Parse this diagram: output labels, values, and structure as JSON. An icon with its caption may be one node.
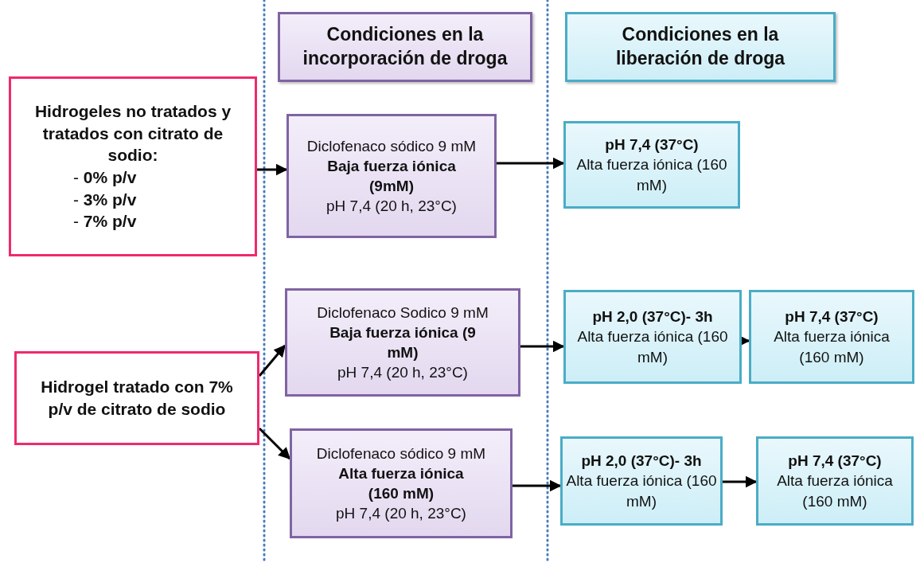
{
  "diagram": {
    "nodes": [
      {
        "text": [
          "Condiciones en la incorporación de droga"
        ]
      },
      {
        "text": [
          "Condiciones en la liberación de droga"
        ]
      },
      {
        "text": [
          "Hidrogeles no tratados y tratados con citrato de sodio:",
          "- **0% p/v**",
          "- **3% p/v**",
          "- **7% p/v**"
        ]
      },
      {
        "text": [
          "Diclofenaco sódico 9 mM",
          "Baja fuerza iónica (9mM)",
          "pH 7,4 (20 h, 23°C)"
        ]
      },
      {
        "text": [
          "pH 7,4 (37°C)",
          "Alta fuerza iónica (160 mM)"
        ]
      },
      {
        "text": [
          "Hidrogel tratado con 7% p/v de citrato de sodio"
        ]
      },
      {
        "text": [
          "Diclofenaco Sodico 9 mM",
          "Baja fuerza iónica (9 mM)",
          "pH 7,4 (20 h, 23°C)"
        ]
      },
      {
        "text": [
          "pH 2,0 (37°C)- 3h",
          "Alta fuerza iónica (160 mM)"
        ]
      },
      {
        "text": [
          "pH 7,4 (37°C)",
          "Alta fuerza iónica (160 mM)"
        ]
      },
      {
        "text": [
          "Diclofenaco sódico 9 mM",
          "Alta fuerza iónica (160 mM)",
          "pH 7,4 (20 h, 23°C)"
        ]
      },
      {
        "text": [
          "pH 2,0 (37°C)- 3h",
          "Alta fuerza iónica (160 mM)"
        ]
      },
      {
        "text": [
          "pH 7,4 (37°C)",
          "Alta fuerza iónica (160 mM)"
        ]
      }
    ],
    "edges": [
      {
        "from": 2,
        "to": 3,
        "arrow": "to"
      },
      {
        "from": 3,
        "to": 4,
        "arrow": "to"
      },
      {
        "from": 5,
        "to": 6,
        "arrow": "to"
      },
      {
        "from": 5,
        "to": 9,
        "arrow": "to"
      },
      {
        "from": 6,
        "to": 7,
        "arrow": "to"
      },
      {
        "from": 7,
        "to": 8,
        "arrow": "to"
      },
      {
        "from": 9,
        "to": 10,
        "arrow": "to"
      },
      {
        "from": 10,
        "to": 11,
        "arrow": "to"
      }
    ]
  }
}
